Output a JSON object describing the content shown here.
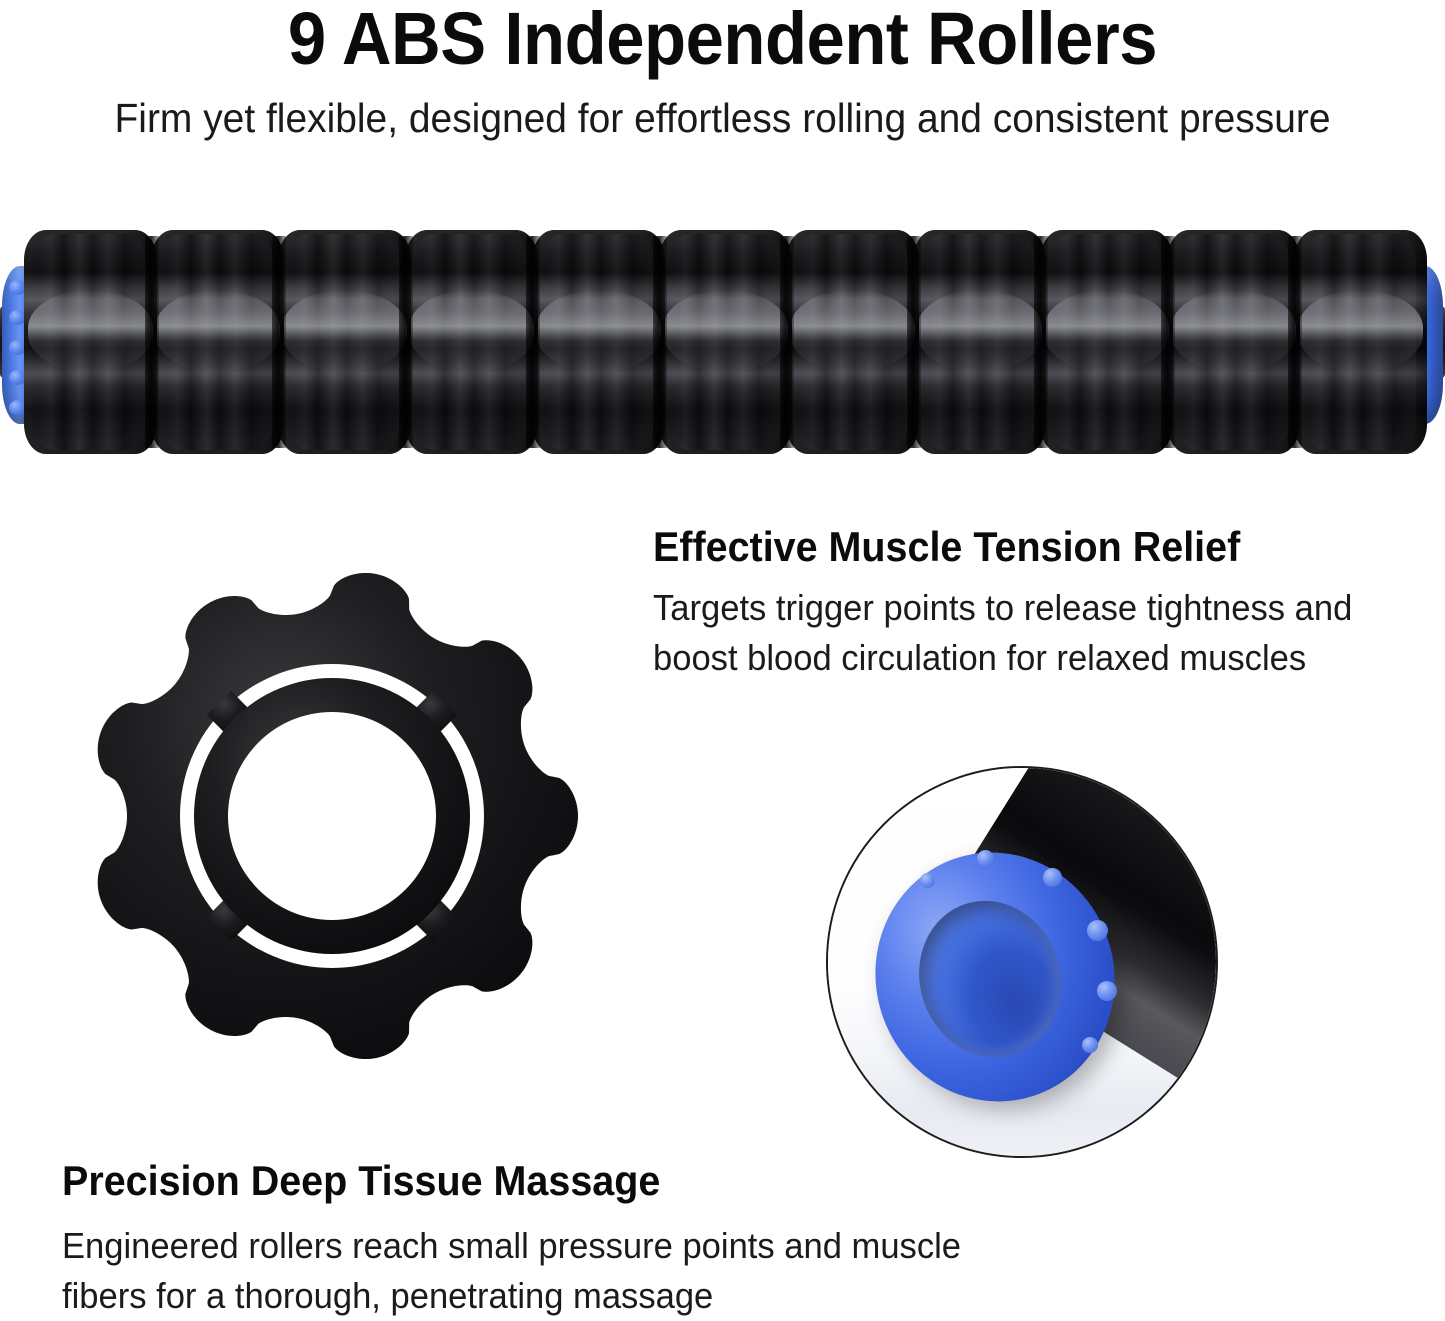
{
  "header": {
    "title": "9 ABS Independent Rollers",
    "subtitle": "Firm yet flexible, designed for effortless rolling and consistent pressure"
  },
  "product_image": {
    "name": "muscle-roller-stick",
    "segment_count": 11,
    "colors": {
      "roller_black": "#14141a",
      "endcap_blue": "#3a6fe0",
      "highlight": "#e8ebf2"
    }
  },
  "features": [
    {
      "id": "tension",
      "heading": "Effective Muscle Tension Relief",
      "body": "Targets trigger points to release tightness and boost blood circulation for relaxed muscles"
    },
    {
      "id": "massage",
      "heading": "Precision Deep Tissue Massage",
      "body": "Engineered rollers reach small pressure points and muscle fibers for a thorough, penetrating massage"
    }
  ],
  "gear_image": {
    "name": "abs-roller-cog-face",
    "lobes": 9,
    "spokes": 4,
    "color": "#111111"
  },
  "inset_image": {
    "name": "blue-silicone-endcap-closeup",
    "border_color": "#1c1c1c",
    "colors": {
      "silicone_blue": "#5b7fe8",
      "bar_black": "#101014"
    }
  }
}
